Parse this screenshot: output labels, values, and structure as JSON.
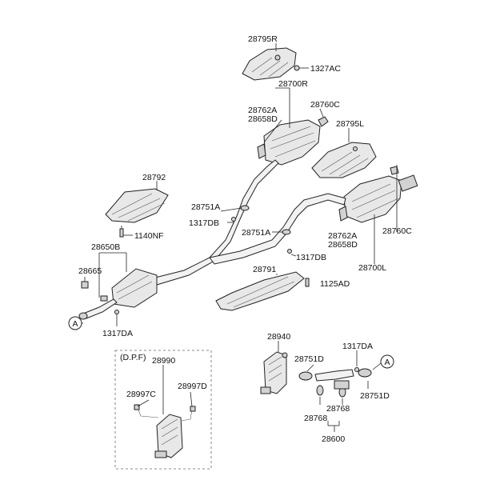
{
  "labels": {
    "l28795R": "28795R",
    "l1327AC": "1327AC",
    "l28700R": "28700R",
    "l28762A_top": "28762A",
    "l28658D_top": "28658D",
    "l28760C_top": "28760C",
    "l28795L": "28795L",
    "l28792": "28792",
    "l28751A_1": "28751A",
    "l1317DB_1": "1317DB",
    "l1140NF": "1140NF",
    "l28751A_2": "28751A",
    "l28762A_bot": "28762A",
    "l28658D_bot": "28658D",
    "l28760C_bot": "28760C",
    "l28650B": "28650B",
    "l1317DB_2": "1317DB",
    "l28700L": "28700L",
    "l28665": "28665",
    "l28791": "28791",
    "l1125AD": "1125AD",
    "l1317DA_1": "1317DA",
    "l28940": "28940",
    "l1317DA_2": "1317DA",
    "lDPF": "(D.P.F)",
    "l28990": "28990",
    "l28751D_1": "28751D",
    "l28997C": "28997C",
    "l28997D": "28997D",
    "l28751D_2": "28751D",
    "l28768_1": "28768",
    "l28768_2": "28768",
    "l28600": "28600",
    "circleA_1": "A",
    "circleA_2": "A"
  }
}
